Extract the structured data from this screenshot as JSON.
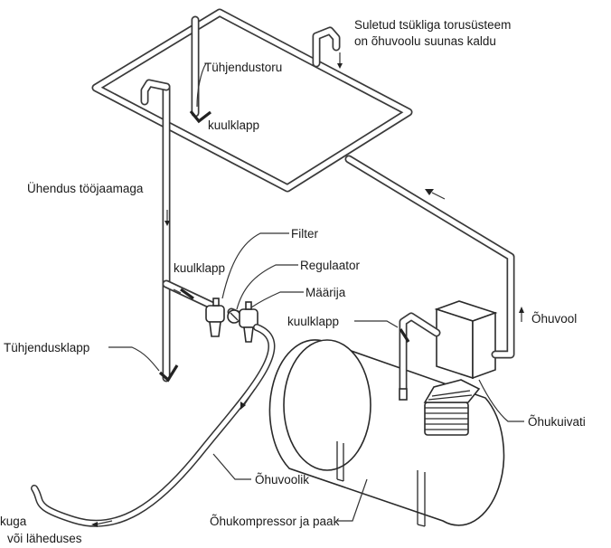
{
  "labels": {
    "closed_loop_line1": "Suletud tsükliga torusüsteem",
    "closed_loop_line2": "on õhuvoolu suunas kaldu",
    "drain_pipe": "Tühjendustoru",
    "ball_valve_top": "kuulklapp",
    "workstation_connection": "Ühendus tööjaamaga",
    "filter": "Filter",
    "ball_valve_left": "kuulklapp",
    "regulator": "Regulaator",
    "meter": "Määrija",
    "ball_valve_tank": "kuulklapp",
    "airflow": "Õhuvool",
    "drain_valve": "Tühjendusklapp",
    "air_dryer": "Õhukuivati",
    "air_hose": "Õhuvoolik",
    "compressor_tank": "Õhukompressor ja paak",
    "tool_line1": "kuga",
    "tool_line2": "või läheduses"
  }
}
